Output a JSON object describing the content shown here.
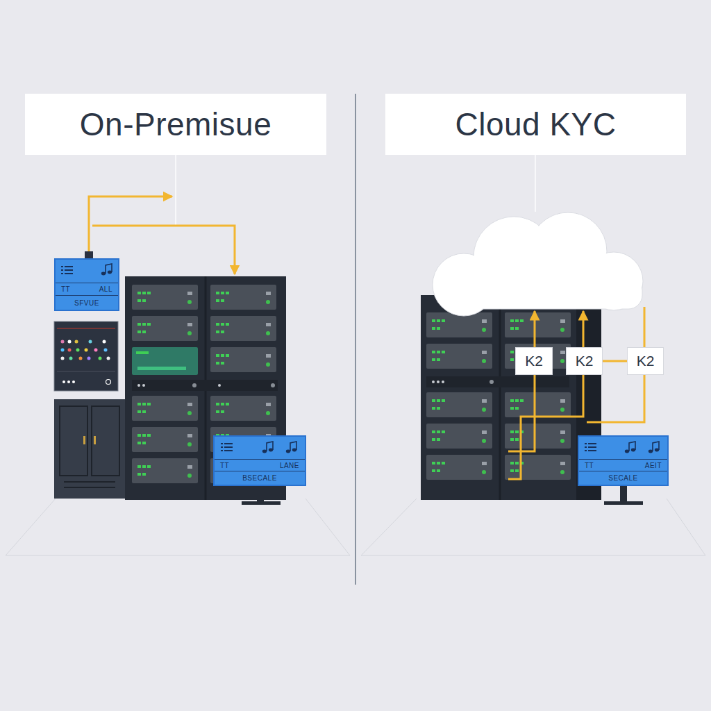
{
  "diagram": {
    "nodes": [
      {
        "text": [
          "On-Premisue"
        ]
      },
      {
        "text": [
          "Cloud KYC"
        ]
      },
      {
        "text": [
          "TT",
          "ALL",
          "SFVUE"
        ]
      },
      {
        "text": [
          "K2"
        ]
      },
      {
        "text": [
          "K2"
        ]
      },
      {
        "text": [
          "K2"
        ]
      },
      {
        "text": [
          "TT",
          "LANE",
          "BSECALE"
        ]
      },
      {
        "text": [
          "TT",
          "AEIT",
          "SECALE"
        ]
      }
    ],
    "edges": [
      {
        "from": 4,
        "to": 5,
        "arrow": "none"
      }
    ]
  }
}
